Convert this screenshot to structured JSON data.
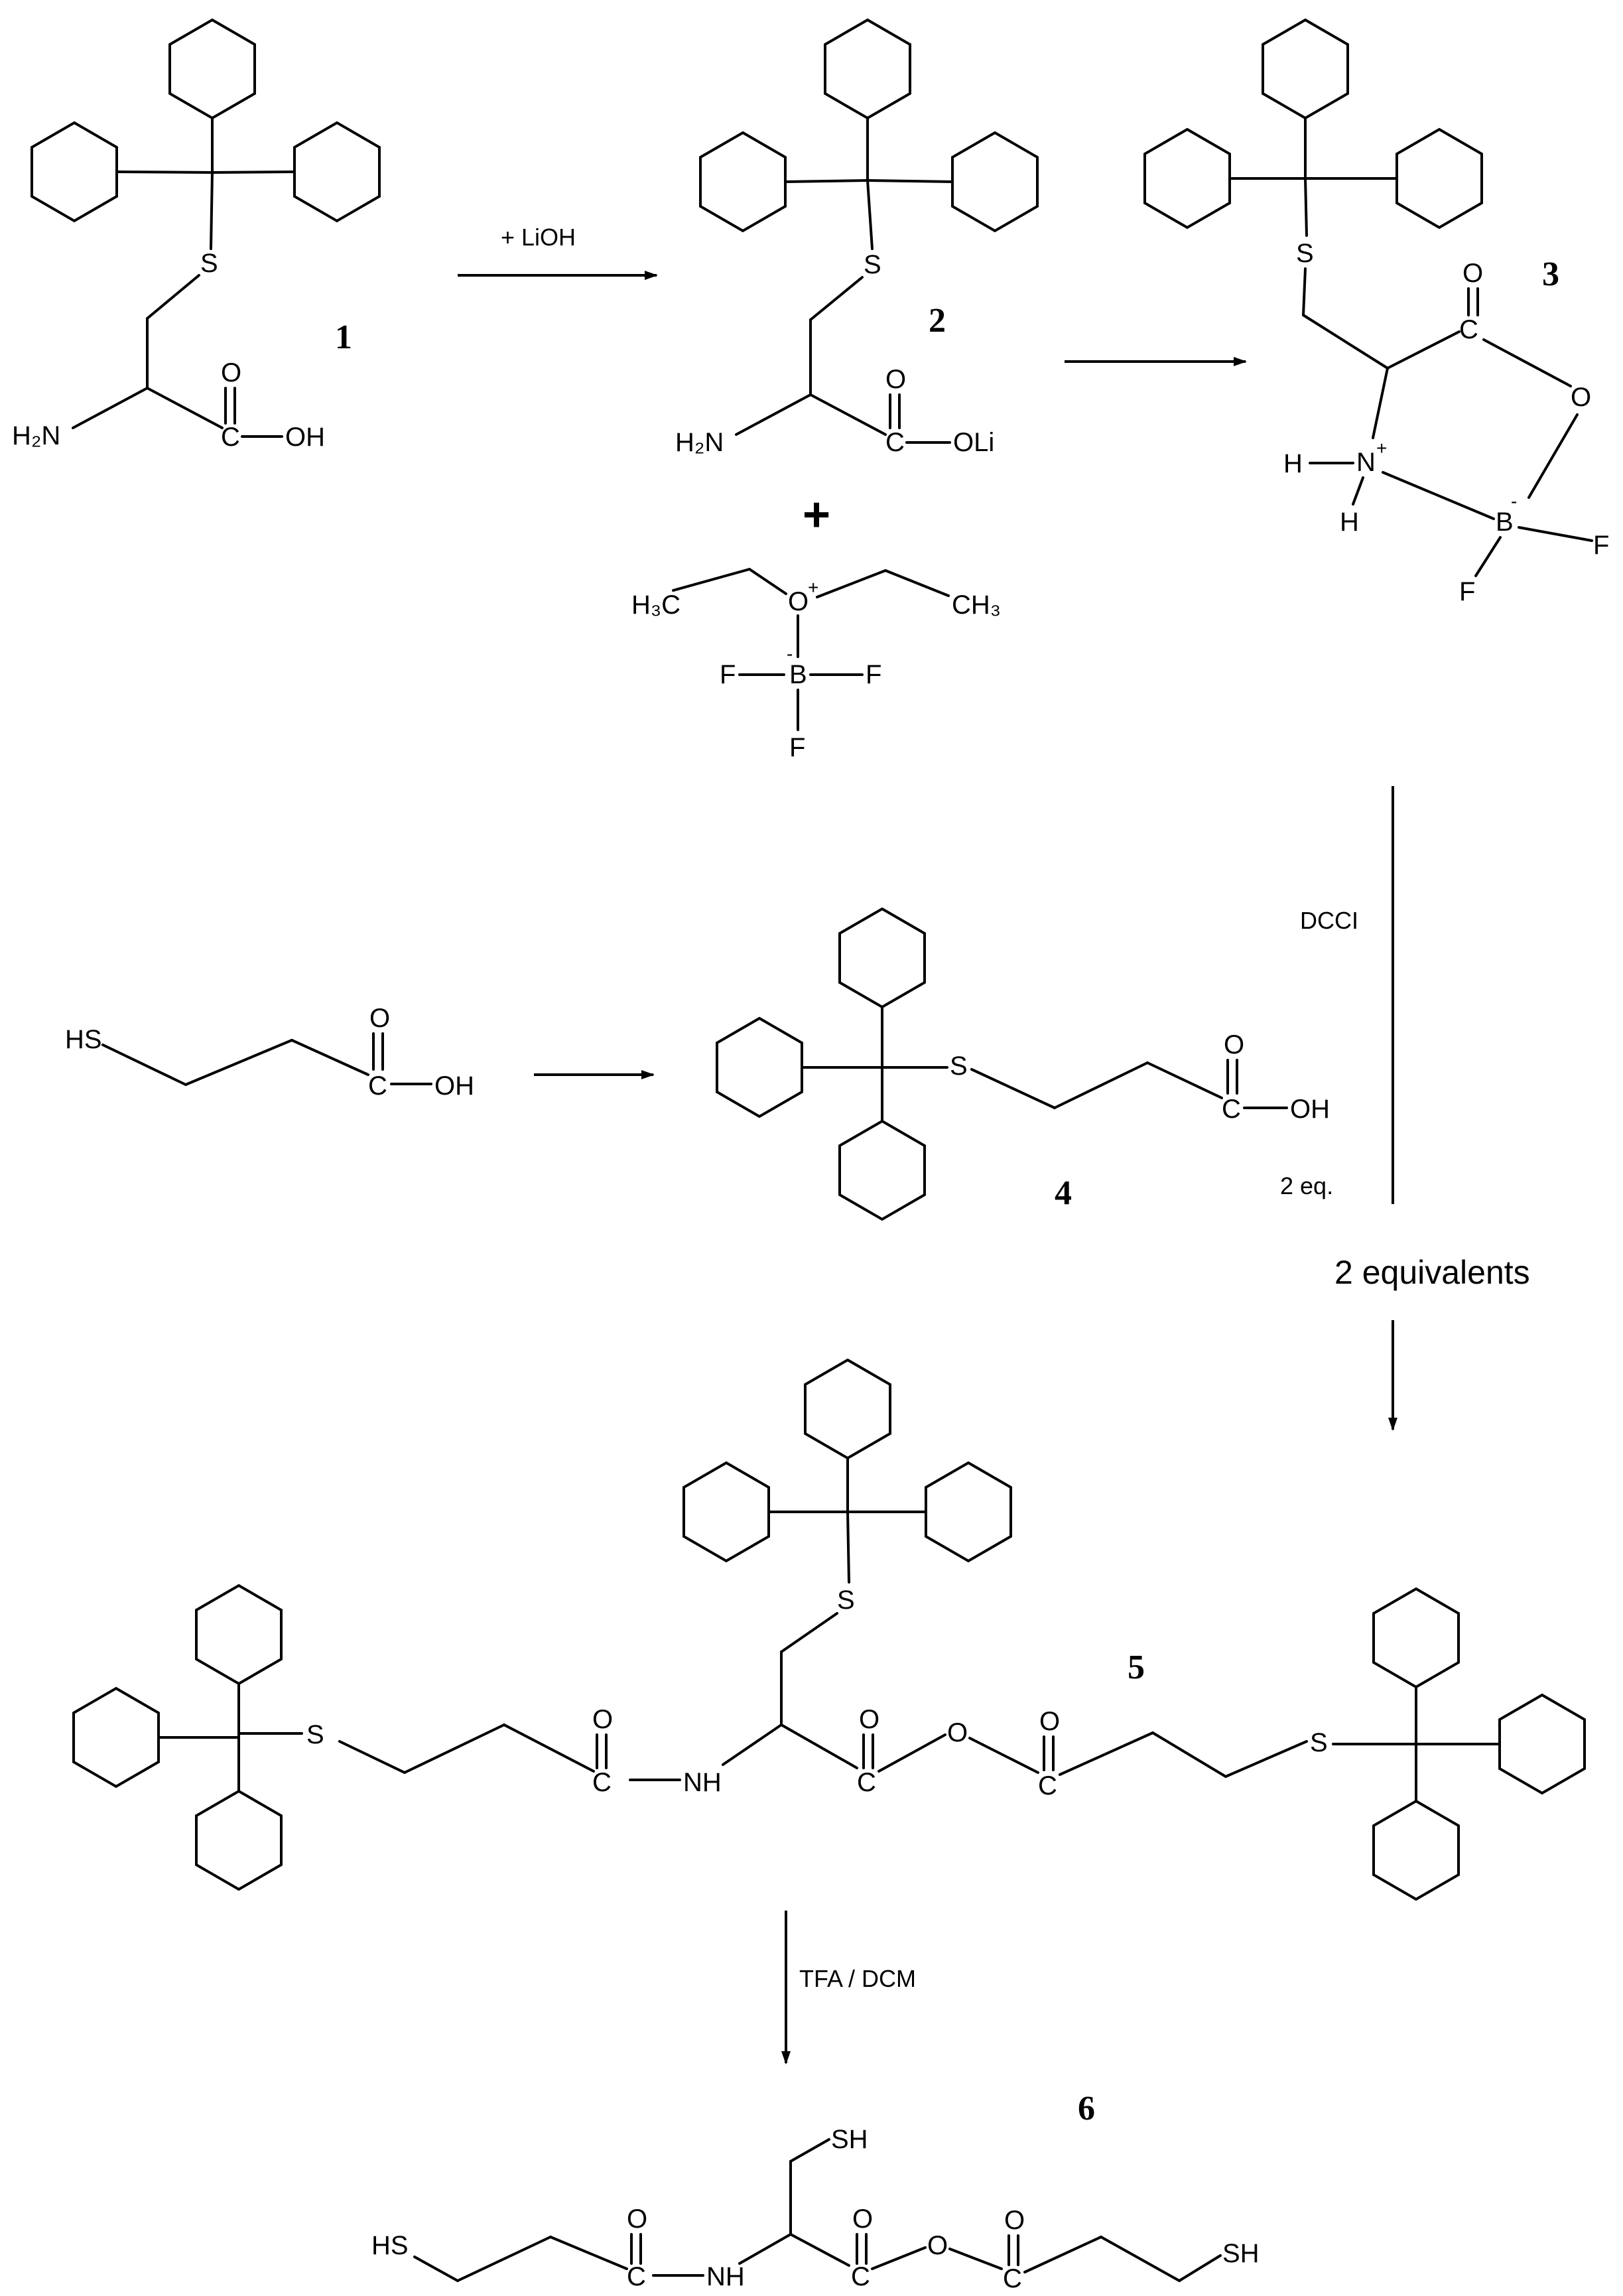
{
  "compounds": {
    "c1": "1",
    "c2": "2",
    "c3": "3",
    "c4": "4",
    "c5": "5",
    "c6": "6"
  },
  "reagents": {
    "lioh": "+ LiOH",
    "plus": "+",
    "dcci": "DCCI",
    "two_eq": "2 eq.",
    "two_equivalents": "2 equivalents",
    "tfa_dcm": "TFA / DCM"
  },
  "atoms": {
    "S": "S",
    "H2N": "H₂N",
    "O": "O",
    "C": "C",
    "OH": "OH",
    "OLi": "OLi",
    "H3C": "H₃C",
    "CH3": "CH₃",
    "B": "B",
    "F": "F",
    "H": "H",
    "N": "N",
    "NH": "NH",
    "HS": "HS",
    "SH": "SH",
    "plus_sign": "+",
    "minus_sign": "-"
  }
}
